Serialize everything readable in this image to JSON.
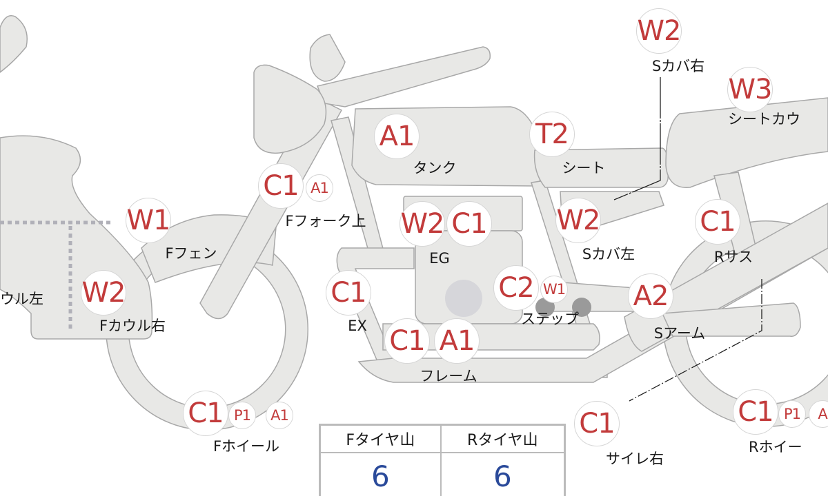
{
  "colors": {
    "part_fill": "#e8e8e6",
    "part_stroke": "#a8a8a8",
    "code_red": "#c23b3b",
    "value_blue": "#2a4a9a"
  },
  "badges": [
    {
      "code": "W2",
      "label": "Sカバ右"
    },
    {
      "code": "W3",
      "label": "シートカウ"
    },
    {
      "code": "A1",
      "label": "タンク"
    },
    {
      "code": "T2",
      "label": "シート"
    },
    {
      "code": "C1",
      "code2": "A1",
      "label": "Fフォーク上"
    },
    {
      "code": "W1",
      "label": "Fフェン"
    },
    {
      "code": "W2",
      "code2": "C1",
      "label": "EG"
    },
    {
      "code": "W2",
      "label": "Sカバ左"
    },
    {
      "code": "C1",
      "label": "Rサス"
    },
    {
      "code": "W2",
      "label": "Fカウル右"
    },
    {
      "label": "ウル左"
    },
    {
      "code": "C1",
      "label": "EX"
    },
    {
      "code": "C2",
      "code2": "W1",
      "label": "ステップ"
    },
    {
      "code": "A2",
      "label": "Sアーム"
    },
    {
      "code": "C1",
      "code2": "A1",
      "label": "フレーム"
    },
    {
      "code": "C1",
      "code2": "P1",
      "code3": "A1",
      "label": "Fホイール"
    },
    {
      "code": "C1",
      "label": "サイレ右"
    },
    {
      "code": "C1",
      "code2": "P1",
      "code3": "A",
      "label": "Rホイー"
    }
  ],
  "tread_table": {
    "headers": [
      "Fタイヤ山",
      "Rタイヤ山"
    ],
    "values": [
      "6",
      "6"
    ]
  }
}
